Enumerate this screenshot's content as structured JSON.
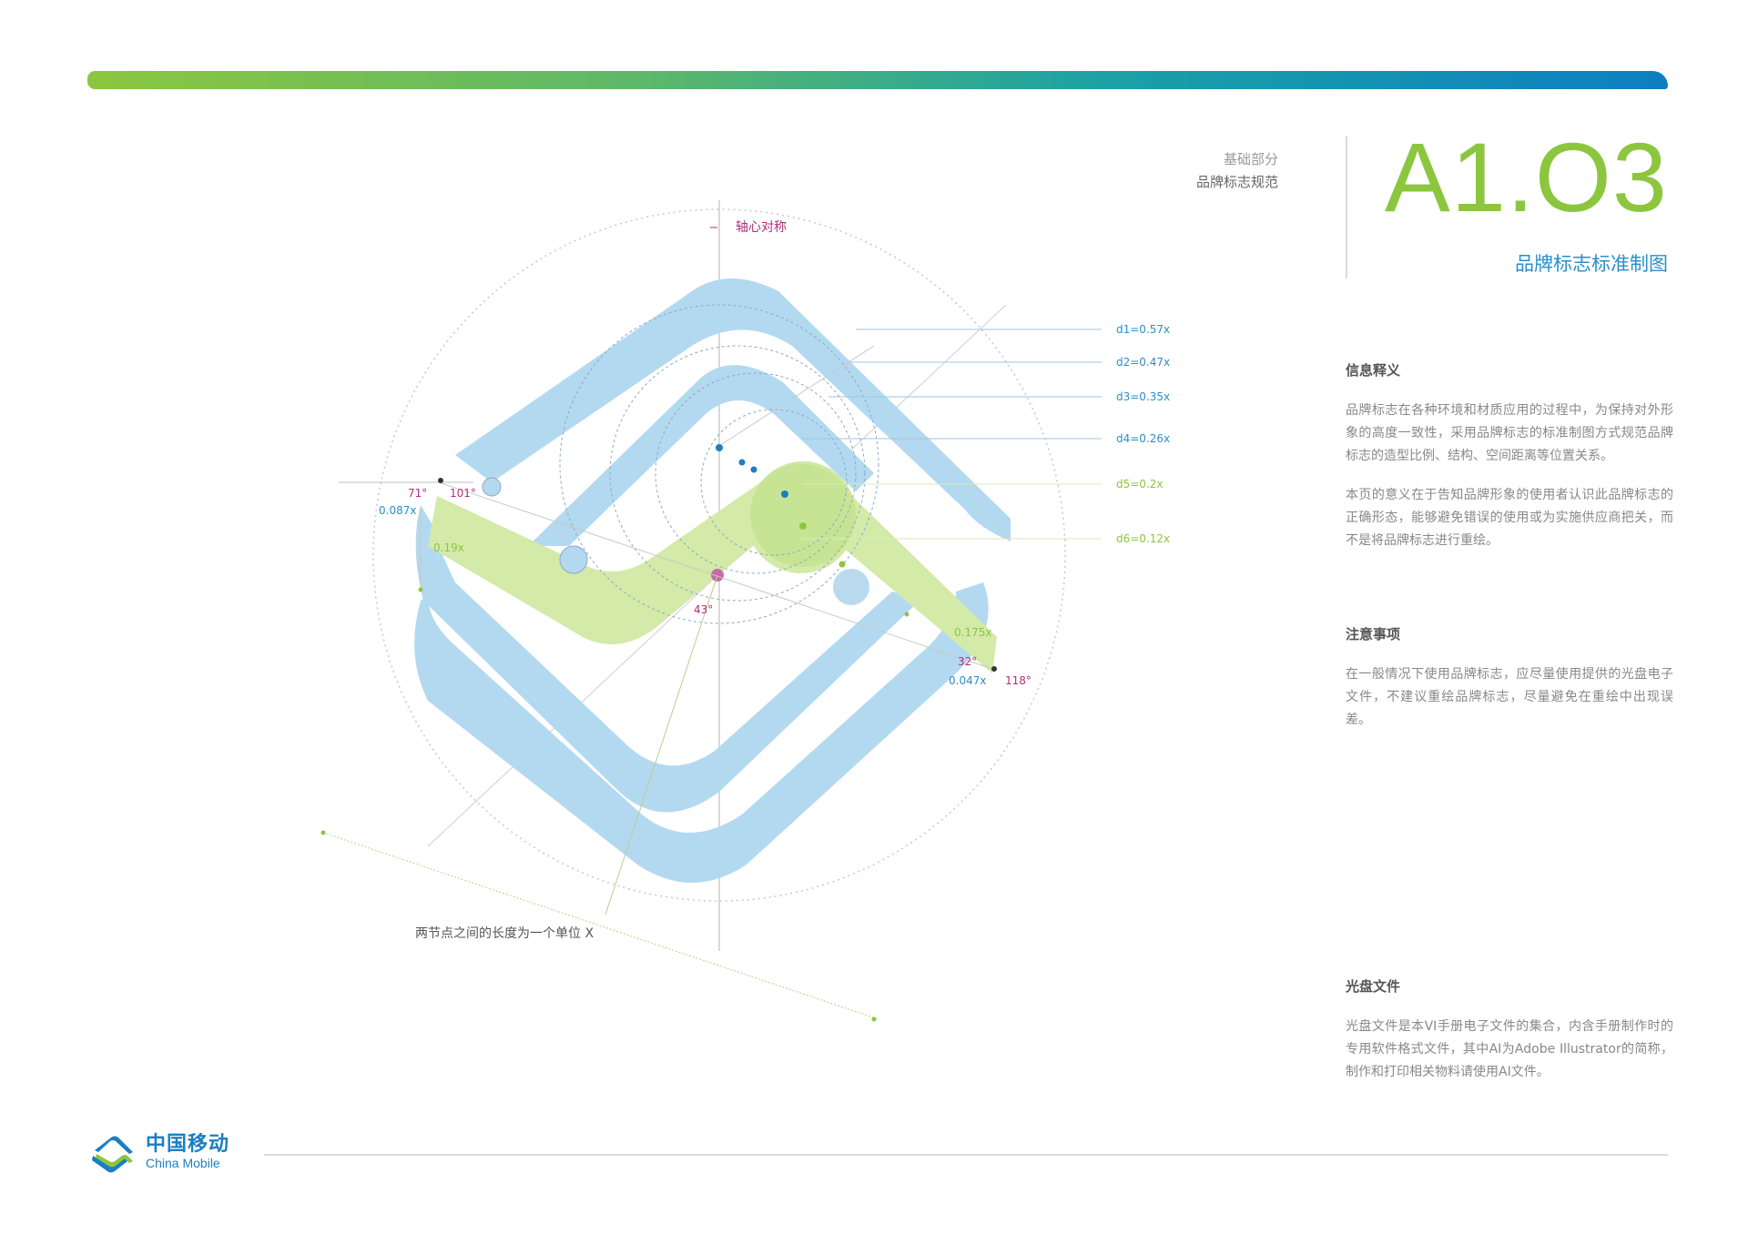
{
  "header": {
    "section_label": "基础部分",
    "section_name": "品牌标志规范",
    "code": "A1.O3",
    "subtitle": "品牌标志标准制图"
  },
  "diagram": {
    "axis_label": "轴心对称",
    "d_labels": [
      "d1=0.57x",
      "d2=0.47x",
      "d3=0.35x",
      "d4=0.26x",
      "d5=0.2x",
      "d6=0.12x"
    ],
    "angles_left": {
      "a71": "71°",
      "a101": "101°"
    },
    "ratios_left": {
      "r0087": "0.087x",
      "r019": "0.19x"
    },
    "angle_center": "43°",
    "ratios_right": {
      "r0175": "0.175x",
      "r0047": "0.047x"
    },
    "angles_right": {
      "a32": "32°",
      "a118": "118°"
    },
    "unit_note": "两节点之间的长度为一个单位  X"
  },
  "info": {
    "meaning": {
      "title": "信息释义",
      "p1": "品牌标志在各种环境和材质应用的过程中，为保持对外形象的高度一致性，采用品牌标志的标准制图方式规范品牌标志的造型比例、结构、空间距离等位置关系。",
      "p2": "本页的意义在于告知品牌形象的使用者认识此品牌标志的正确形态，能够避免错误的使用或为实施供应商把关，而不是将品牌标志进行重绘。"
    },
    "notes": {
      "title": "注意事项",
      "p1": "在一般情况下使用品牌标志，应尽量使用提供的光盘电子文件，不建议重绘品牌标志，尽量避免在重绘中出现误差。"
    },
    "disc": {
      "title": "光盘文件",
      "p1": "光盘文件是本VI手册电子文件的集合，内含手册制作时的专用软件格式文件，其中AI为Adobe Illustrator的简称，制作和打印相关物料请使用AI文件。"
    }
  },
  "footer": {
    "brand_cn": "中国移动",
    "brand_en": "China Mobile"
  },
  "colors": {
    "brand_blue": "#2a8fcb",
    "brand_green": "#8cc63f",
    "logo_blue_light": "#b3d9f0",
    "logo_green_light": "#d3eaa8",
    "accent_magenta": "#b0307a"
  }
}
